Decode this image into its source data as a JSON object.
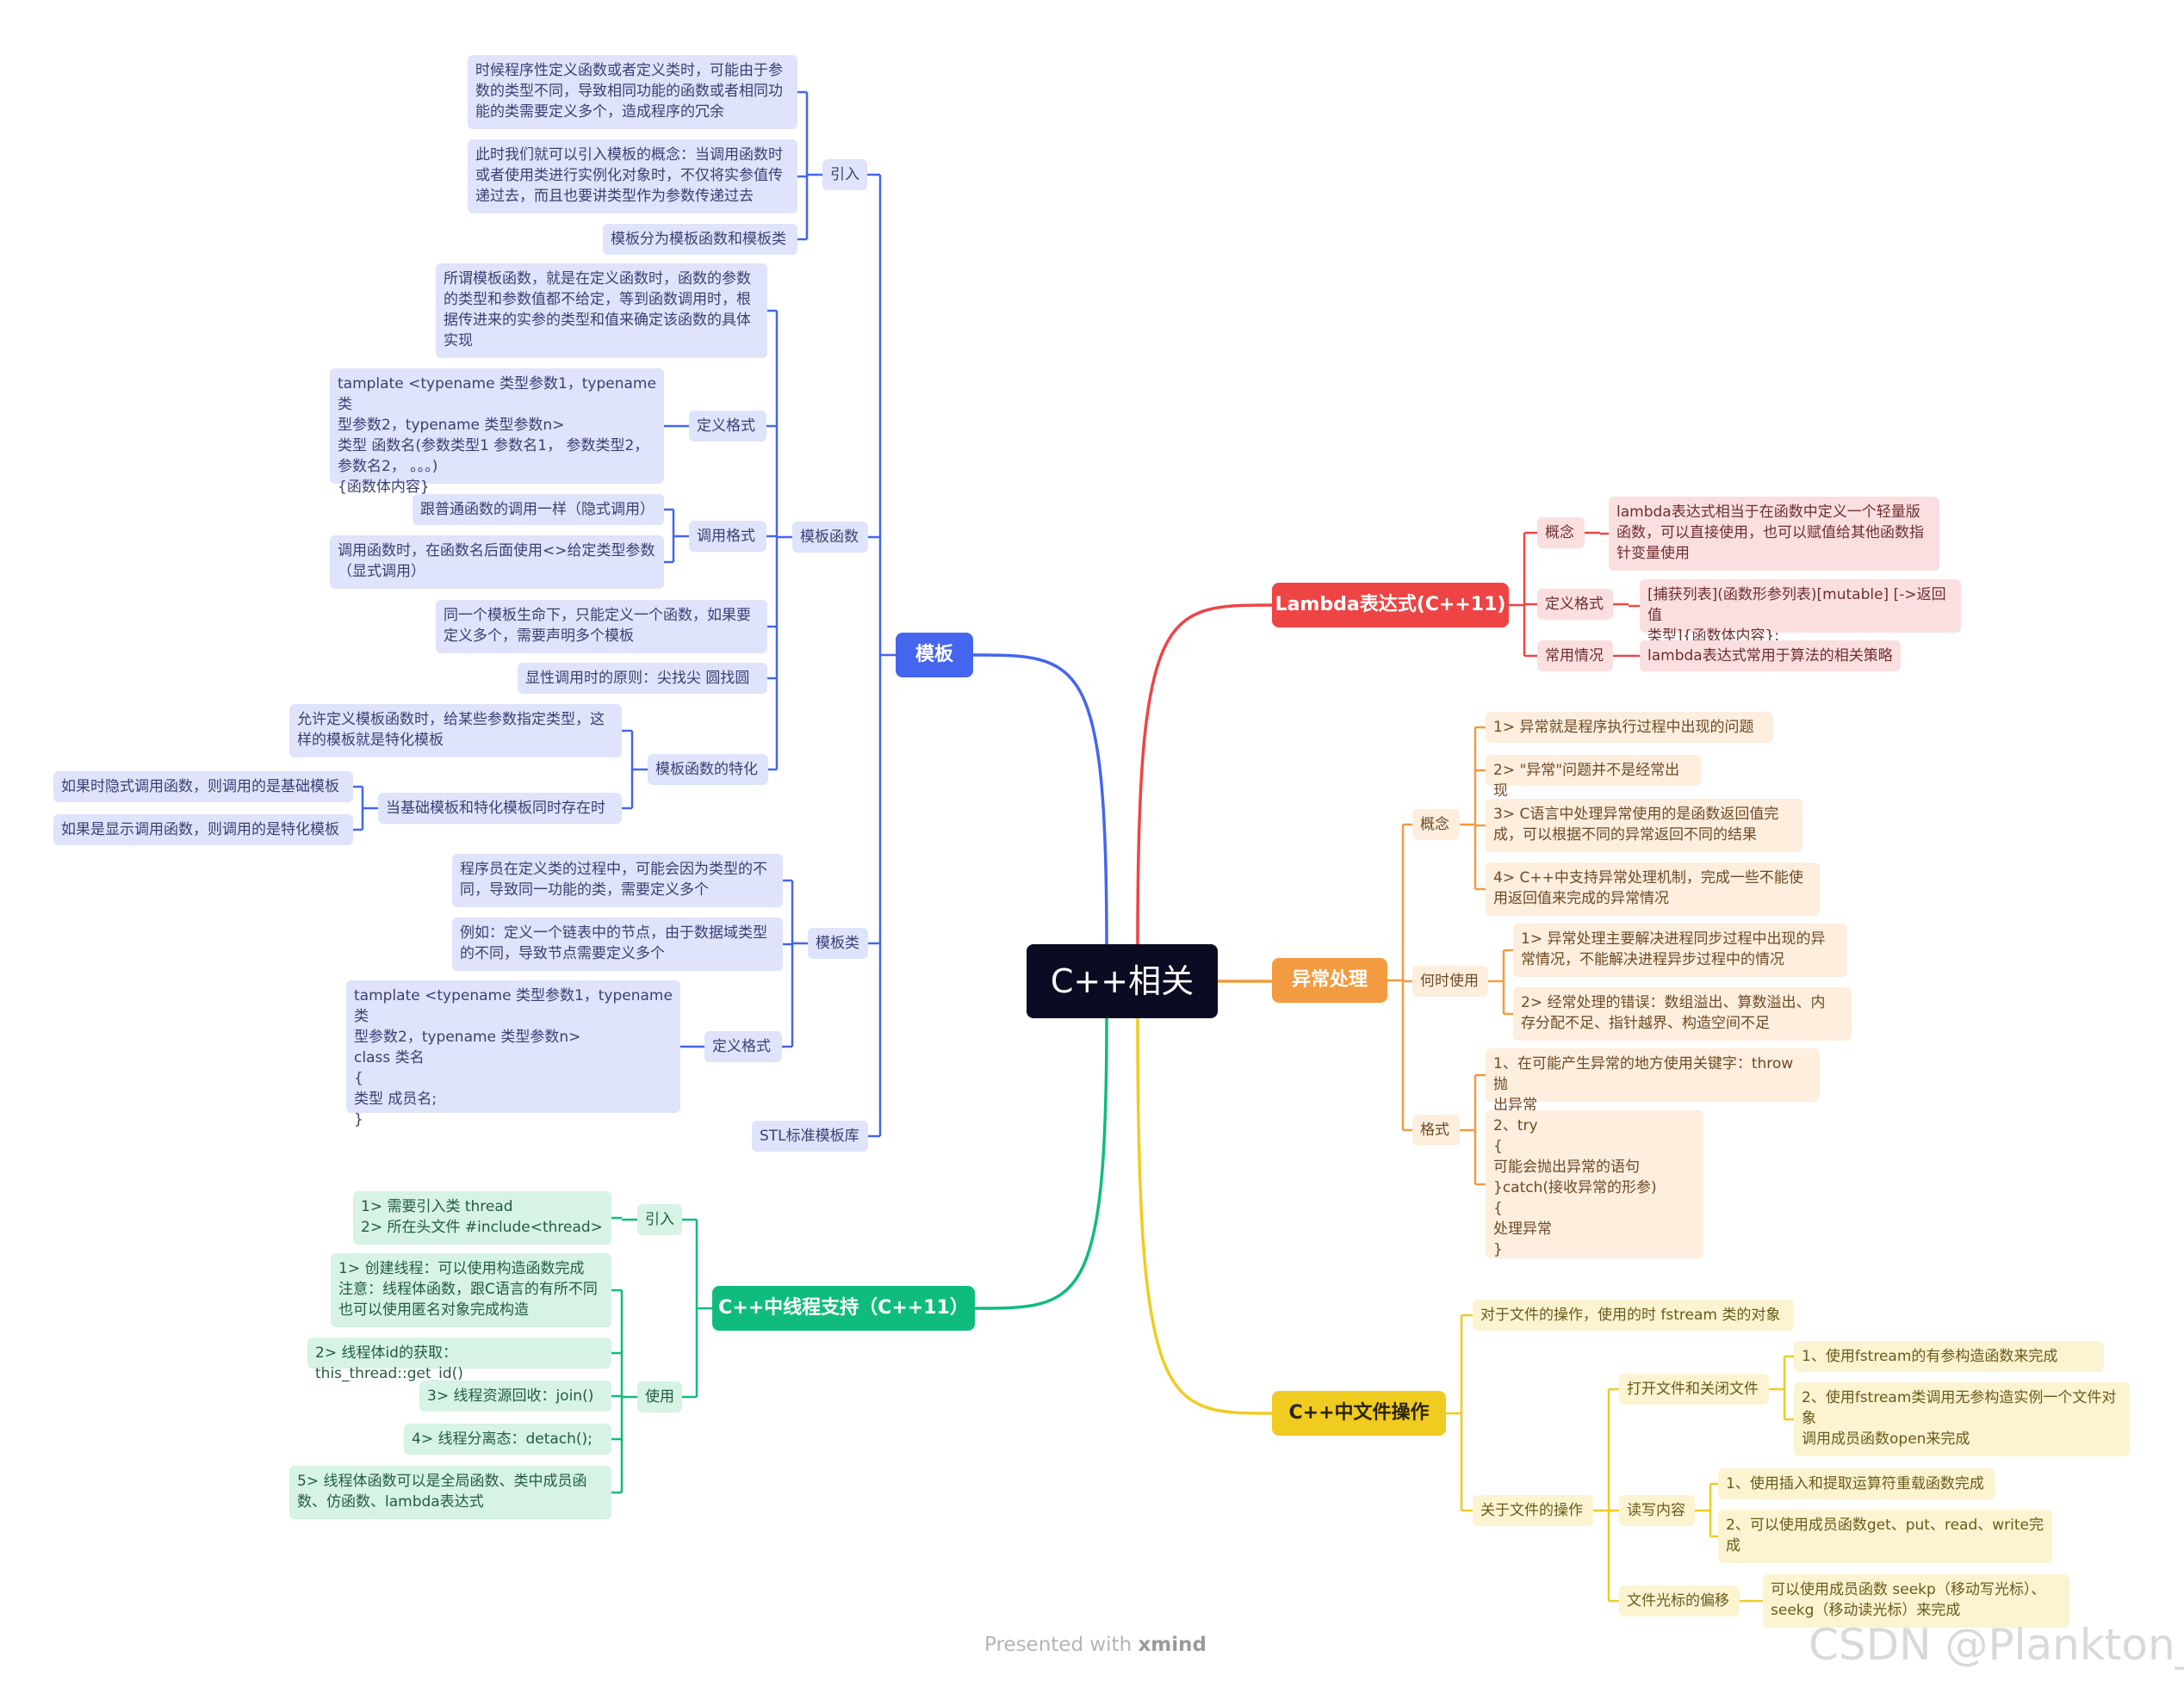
{
  "root": "C++相关",
  "footer": {
    "prefix": "Presented with",
    "brand": "xmind"
  },
  "watermark": "CSDN @Plankton_Li",
  "colors": {
    "blue": "#4466ee",
    "red": "#ee4444",
    "orange": "#f39b40",
    "green": "#0fbc7d",
    "yellow": "#f0cb20",
    "root": "#0b0b23"
  },
  "branches": {
    "template": {
      "label": "模板",
      "intro": {
        "label": "引入",
        "items": [
          "时候程序性定义函数或者定义类时，可能由于参\n数的类型不同，导致相同功能的函数或者相同功\n能的类需要定义多个，造成程序的冗余",
          "此时我们就可以引入模板的概念：当调用函数时\n或者使用类进行实例化对象时，不仅将实参值传\n递过去，而且也要讲类型作为参数传递过去",
          "模板分为模板函数和模板类"
        ]
      },
      "func": {
        "label": "模板函数",
        "desc": "所谓模板函数，就是在定义函数时，函数的参数\n的类型和参数值都不给定，等到函数调用时，根\n据传进来的实参的类型和值来确定该函数的具体\n实现",
        "format": {
          "label": "定义格式",
          "code": "tamplate <typename 类型参数1，typename 类\n型参数2，typename 类型参数n>\n类型  函数名(参数类型1 参数名1，  参数类型2，\n参数名2，  。。。)\n{函数体内容}"
        },
        "call": {
          "label": "调用格式",
          "items": [
            "跟普通函数的调用一样（隐式调用）",
            "调用函数时，在函数名后面使用<>给定类型参数\n（显式调用）"
          ]
        },
        "note1": "同一个模板生命下，只能定义一个函数，如果要\n定义多个，需要声明多个模板",
        "note2": "显性调用时的原则：尖找尖  圆找圆",
        "special": {
          "label": "模板函数的特化",
          "desc": "允许定义模板函数时，给某些参数指定类型，这\n样的模板就是特化模板",
          "coexist": {
            "label": "当基础模板和特化模板同时存在时",
            "items": [
              "如果时隐式调用函数，则调用的是基础模板",
              "如果是显示调用函数，则调用的是特化模板"
            ]
          }
        }
      },
      "cls": {
        "label": "模板类",
        "items": [
          "程序员在定义类的过程中，可能会因为类型的不\n同，导致同一功能的类，需要定义多个",
          "例如：定义一个链表中的节点，由于数据域类型\n的不同，导致节点需要定义多个"
        ],
        "format": {
          "label": "定义格式",
          "code": "tamplate <typename 类型参数1，typename 类\n型参数2，typename 类型参数n>\nclass  类名\n{\n    类型  成员名;\n}"
        }
      },
      "stl": "STL标准模板库"
    },
    "lambda": {
      "label": "Lambda表达式(C++11)",
      "items": [
        {
          "label": "概念",
          "text": "lambda表达式相当于在函数中定义一个轻量版\n函数，可以直接使用，也可以赋值给其他函数指\n针变量使用"
        },
        {
          "label": "定义格式",
          "text": "[捕获列表](函数形参列表)[mutable] [->返回值\n类型]{函数体内容};"
        },
        {
          "label": "常用情况",
          "text": "lambda表达式常用于算法的相关策略"
        }
      ]
    },
    "exception": {
      "label": "异常处理",
      "concept": {
        "label": "概念",
        "items": [
          "1>    异常就是程序执行过程中出现的问题",
          "2>    \"异常\"问题并不是经常出现",
          "3>    C语言中处理异常使用的是函数返回值完\n成，可以根据不同的异常返回不同的结果",
          "4>    C++中支持异常处理机制，完成一些不能使\n用返回值来完成的异常情况"
        ]
      },
      "when": {
        "label": "何时使用",
        "items": [
          "1>    异常处理主要解决进程同步过程中出现的异\n常情况，不能解决进程异步过程中的情况",
          "2>    经常处理的错误：数组溢出、算数溢出、内\n存分配不足、指针越界、构造空间不足"
        ]
      },
      "format": {
        "label": "格式",
        "items": [
          "1、在可能产生异常的地方使用关键字：throw 抛\n出异常",
          "2、try\n    {\n        可能会抛出异常的语句\n    }catch(接收异常的形参)\n    {\n        处理异常\n    }"
        ]
      }
    },
    "thread": {
      "label": "C++中线程支持（C++11）",
      "intro": {
        "label": "引入",
        "text": "1>    需要引入类  thread\n2>    所在头文件  #include<thread>"
      },
      "use": {
        "label": "使用",
        "items": [
          "1>    创建线程：可以使用构造函数完成\n注意：线程体函数，跟C语言的有所不同\n也可以使用匿名对象完成构造",
          "2>    线程体id的获取：this_thread::get_id()",
          "3>    线程资源回收：join()",
          "4>    线程分离态：detach();",
          "5>    线程体函数可以是全局函数、类中成员函\n数、仿函数、lambda表达式"
        ]
      }
    },
    "file": {
      "label": "C++中文件操作",
      "obj": "对于文件的操作，使用的时 fstream 类的对象",
      "ops": {
        "label": "关于文件的操作",
        "open": {
          "label": "打开文件和关闭文件",
          "items": [
            "1、使用fstream的有参构造函数来完成",
            "2、使用fstream类调用无参构造实例一个文件对\n象\n调用成员函数open来完成"
          ]
        },
        "rw": {
          "label": "读写内容",
          "items": [
            "1、使用插入和提取运算符重载函数完成",
            "2、可以使用成员函数get、put、read、write完\n成"
          ]
        },
        "seek": {
          "label": "文件光标的偏移",
          "text": "可以使用成员函数 seekp（移动写光标）、\nseekg（移动读光标）来完成"
        }
      }
    }
  }
}
